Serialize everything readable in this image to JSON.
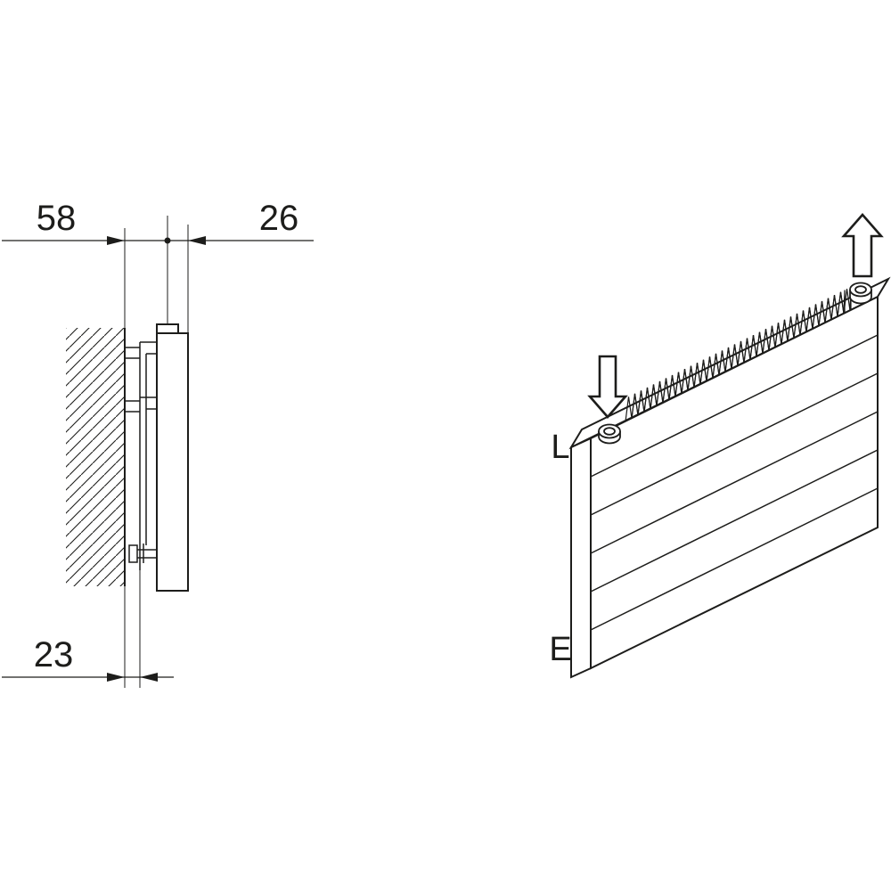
{
  "colors": {
    "line": "#1d1d1b",
    "background": "#ffffff"
  },
  "side_view": {
    "dimensions": {
      "wall_to_center": "58",
      "center_to_front": "26",
      "wall_to_bracket": "23"
    }
  },
  "iso_view": {
    "connection_labels": {
      "inlet": "L",
      "outlet": "E"
    },
    "flow_arrows": {
      "inlet_icon": "arrow-down",
      "outlet_icon": "arrow-up"
    }
  }
}
